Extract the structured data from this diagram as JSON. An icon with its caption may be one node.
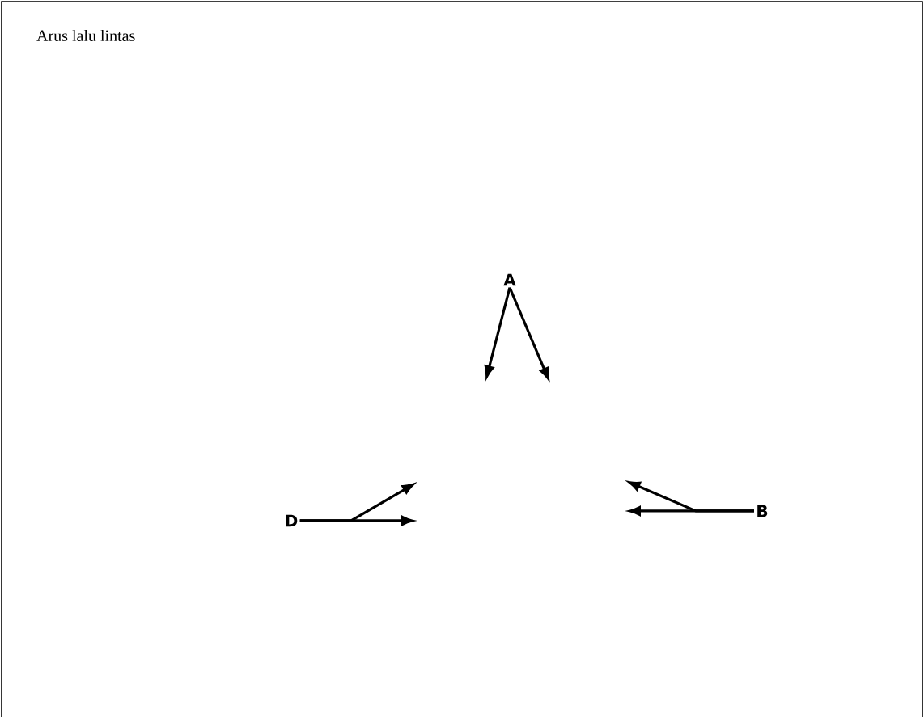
{
  "diagram": {
    "title": "Arus lalu lintas",
    "nodes": [
      {
        "text": [
          "A"
        ]
      },
      {
        "text": [
          "B"
        ]
      },
      {
        "text": [
          "D"
        ]
      }
    ],
    "edges": [
      {
        "from": 0,
        "to": null,
        "arrow": "to"
      },
      {
        "from": 0,
        "to": null,
        "arrow": "to"
      },
      {
        "from": 1,
        "to": null,
        "arrow": "to"
      },
      {
        "from": 1,
        "to": null,
        "arrow": "to"
      },
      {
        "from": 2,
        "to": null,
        "arrow": "to"
      },
      {
        "from": 2,
        "to": null,
        "arrow": "to"
      }
    ]
  }
}
